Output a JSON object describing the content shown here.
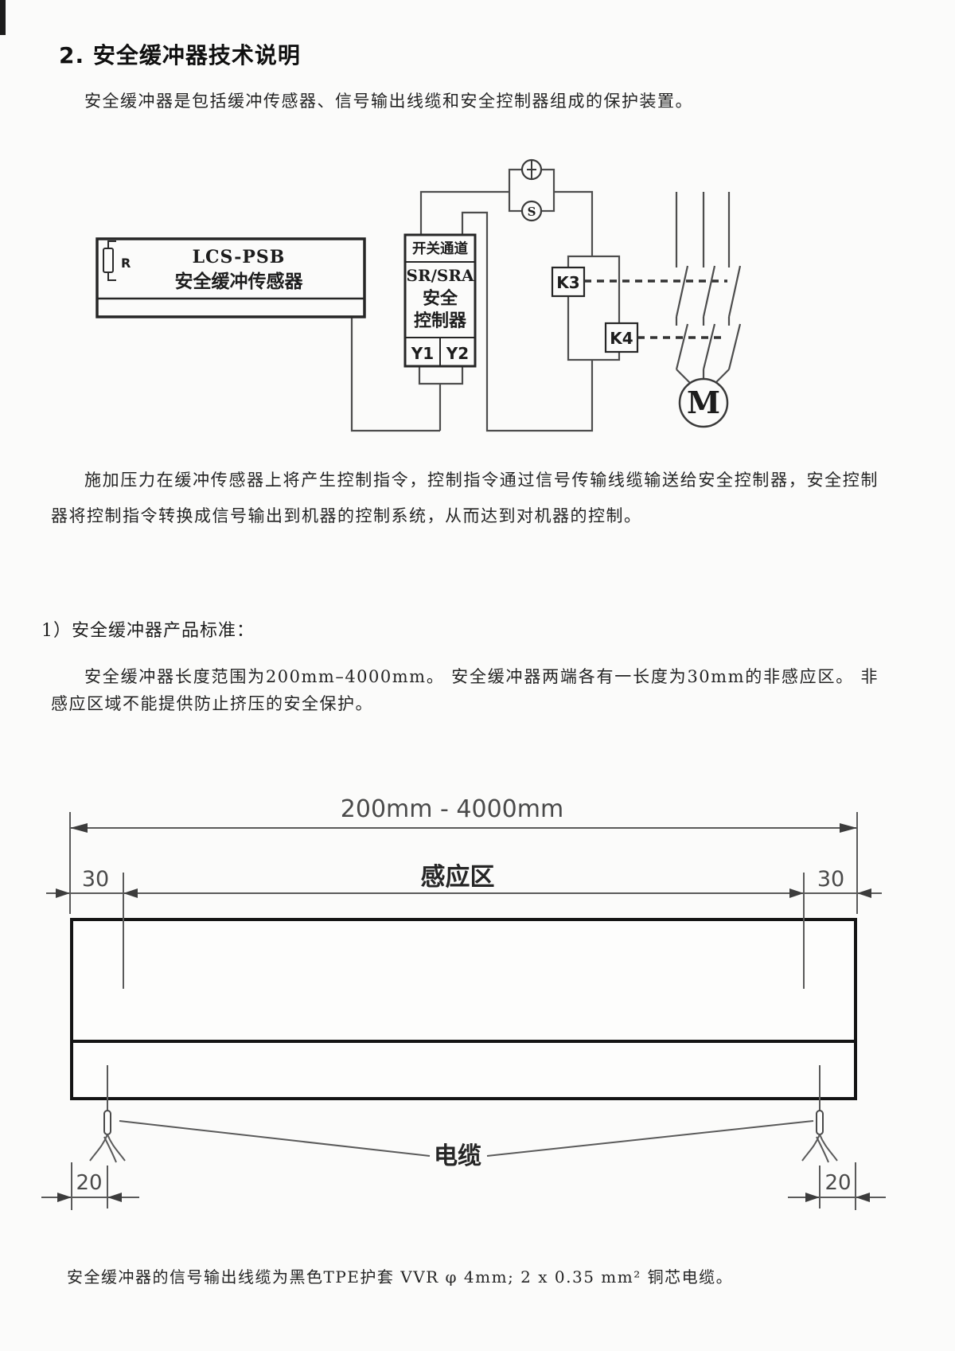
{
  "page": {
    "heading": "2. 安全缓冲器技术说明",
    "intro": "安全缓冲器是包括缓冲传感器、信号输出线缆和安全控制器组成的保护装置。",
    "para_operation": "施加压力在缓冲传感器上将产生控制指令，控制指令通过信号传输线缆输送给安全控制器，安全控制器将控制指令转换成信号输出到机器的控制系统，从而达到对机器的控制。",
    "subheading": "1）安全缓冲器产品标准：",
    "para_standard": "安全缓冲器长度范围为200mm–4000mm。 安全缓冲器两端各有一长度为30mm的非感应区。 非感应区域不能提供防止挤压的安全保护。",
    "para_cable": "安全缓冲器的信号输出线缆为黑色TPE护套 VVR φ 4mm; 2 x 0.35 mm² 铜芯电缆。"
  },
  "circuit": {
    "sensor_model": "LCS-PSB",
    "sensor_name": "安全缓冲传感器",
    "resistor_label": "R",
    "channel_label": "开关通道",
    "controller_model": "SR/SRA",
    "controller_line1": "安全",
    "controller_line2": "控制器",
    "terminal_y1": "Y1",
    "terminal_y2": "Y2",
    "relay_k3": "K3",
    "relay_k4": "K4",
    "indicator_s": "S",
    "motor_label": "M"
  },
  "dims": {
    "total_length": "200mm - 4000mm",
    "sensing_zone": "感应区",
    "dead_left": "30",
    "dead_right": "30",
    "cable": "电缆",
    "offset_left": "20",
    "offset_right": "20"
  }
}
